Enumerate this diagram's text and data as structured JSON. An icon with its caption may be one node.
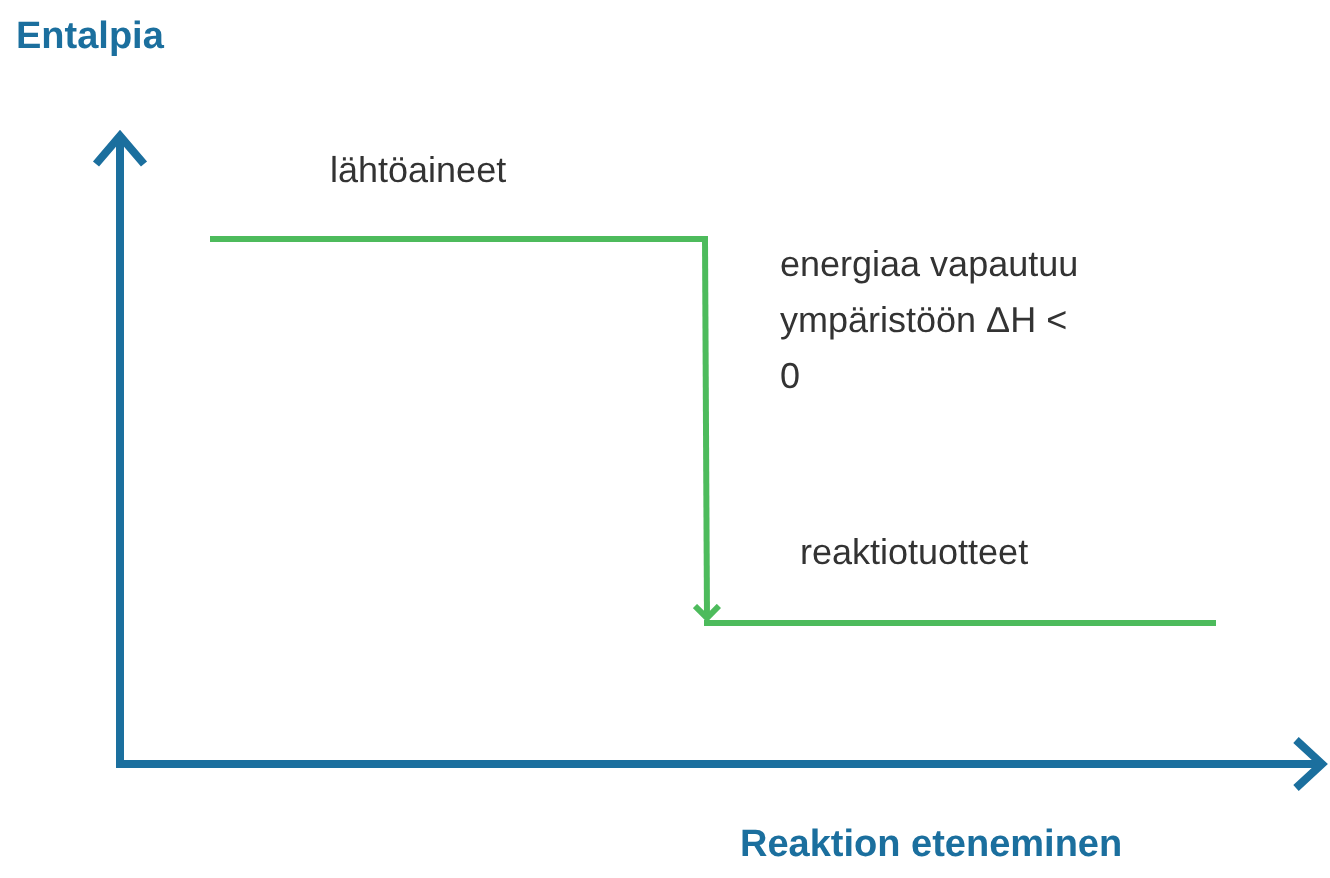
{
  "diagram": {
    "nodes": [
      {
        "text": [
          "lähtöaineet"
        ]
      },
      {
        "text": [
          "reaktiotuotteet"
        ]
      }
    ],
    "edges": [
      {
        "from": 0,
        "to": 1,
        "arrow": "to",
        "label": "energiaa vapautuu ympäristöön ΔH < 0"
      }
    ],
    "labels": [
      "Entalpia",
      "Reaktion eteneminen"
    ]
  }
}
